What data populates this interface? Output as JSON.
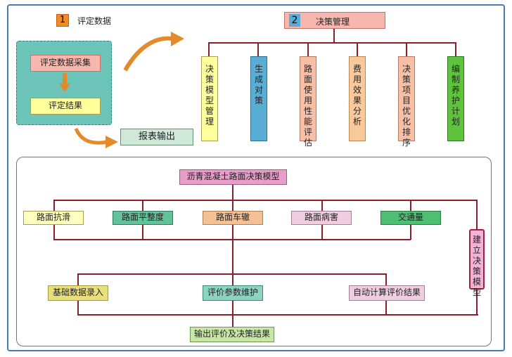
{
  "section1": {
    "number": "1",
    "title": "评定数据"
  },
  "evaluation": {
    "collect": "评定数据采集",
    "result": "评定结果"
  },
  "report": "报表输出",
  "section2": {
    "number": "2",
    "title": "决策管理"
  },
  "decision_items": [
    "决策模型管理",
    "生成对策",
    "路面使用性能评估",
    "费用效果分析",
    "决策项目优化排序",
    "编制养护计划"
  ],
  "model": {
    "title": "沥青混凝土路面决策模型",
    "indicators": [
      "路面抗滑",
      "路面平整度",
      "路面车辙",
      "路面病害",
      "交通量"
    ],
    "build": "建立决策模型",
    "steps": [
      "基础数据录入",
      "评价参数维护",
      "自动计算评价结果"
    ],
    "output": "输出评价及决策结果"
  },
  "colors": {
    "frame": "#4a78b8",
    "line": "#8b1e2d",
    "teal_panel": "#6cc5b8",
    "arrow": "#e38a2a",
    "pink": "#f5b7ae",
    "yellow": "#ffff9c",
    "blue": "#5aaed3",
    "peach": "#f8bfa7",
    "tan": "#f9c89b",
    "green": "#5fc23c",
    "indicator_green": "#62c29a",
    "indicator_tan": "#f4c095",
    "indicator_pink": "#f0cde0",
    "header_pink": "#e79fc9",
    "build_pink": "#f2b3d6",
    "step_yellow": "#e8df7a",
    "step_teal": "#8cd3c3",
    "output_green": "#c8e6a8"
  }
}
